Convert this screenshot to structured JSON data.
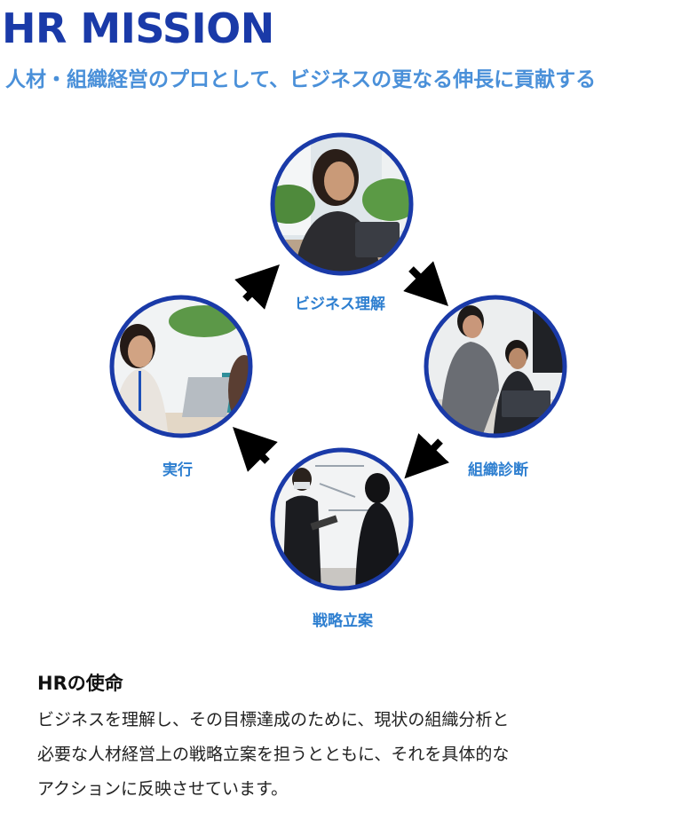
{
  "header": {
    "title": "HR MISSION",
    "subtitle": "人材・組織経営のプロとして、ビジネスの更なる伸長に貢献する"
  },
  "cycle": {
    "nodes": [
      {
        "label": "ビジネス理解",
        "photo": "woman-thinking-at-laptop"
      },
      {
        "label": "組織診断",
        "photo": "two-men-reviewing-laptop"
      },
      {
        "label": "戦略立案",
        "photo": "team-at-whiteboard"
      },
      {
        "label": "実行",
        "photo": "woman-smiling-at-laptop"
      }
    ],
    "arrow_color": "#000000",
    "ring_color": "#1a3aa8"
  },
  "mission": {
    "heading": "HRの使命",
    "lines": [
      "ビジネスを理解し、その目標達成のために、現状の組織分析と",
      "必要な人材経営上の戦略立案を担うとともに、それを具体的な",
      "アクションに反映させています。"
    ]
  },
  "colors": {
    "title": "#1a3aa8",
    "subtitle": "#4a90d9",
    "node_label": "#2e7fd0"
  }
}
